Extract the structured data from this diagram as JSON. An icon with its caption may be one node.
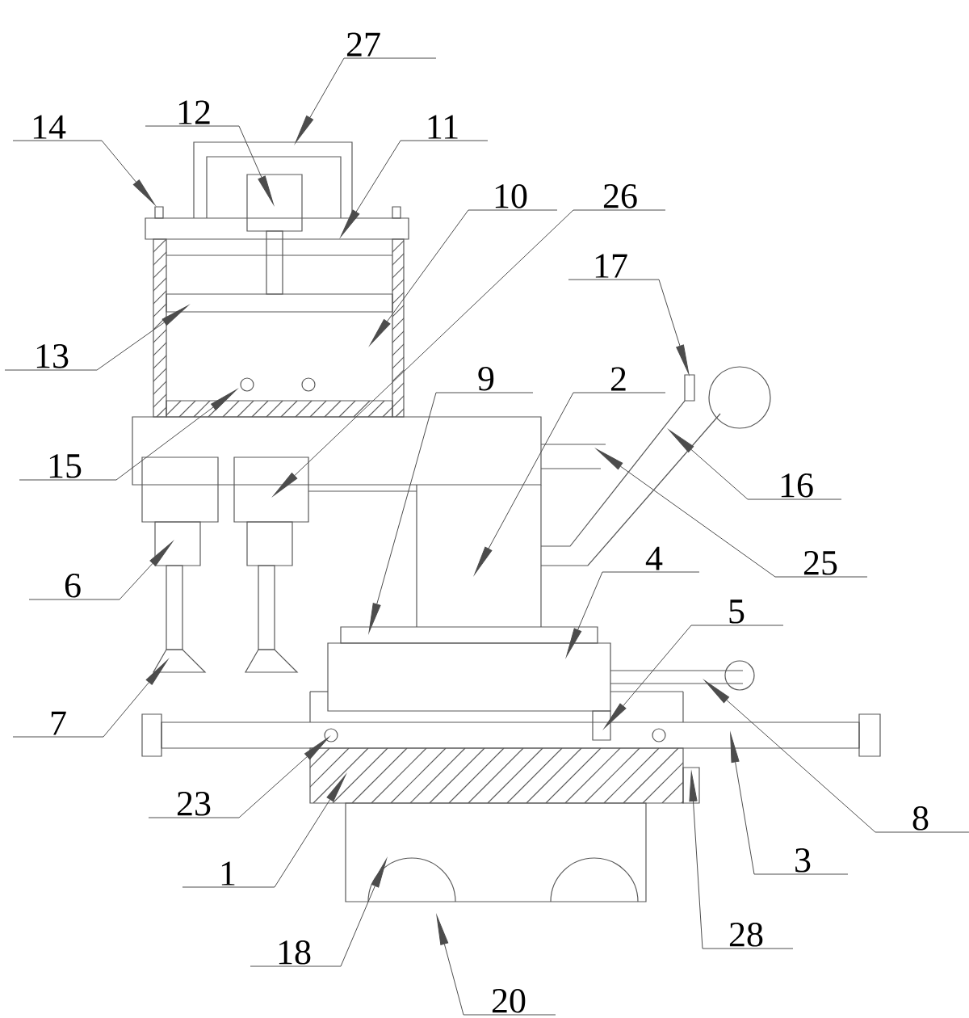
{
  "diagram": {
    "nodes": [
      {
        "text": [
          "27"
        ]
      },
      {
        "text": [
          "12"
        ]
      },
      {
        "text": [
          "14"
        ]
      },
      {
        "text": [
          "11"
        ]
      },
      {
        "text": [
          "10"
        ]
      },
      {
        "text": [
          "26"
        ]
      },
      {
        "text": [
          "17"
        ]
      },
      {
        "text": [
          "13"
        ]
      },
      {
        "text": [
          "9"
        ]
      },
      {
        "text": [
          "2"
        ]
      },
      {
        "text": [
          "15"
        ]
      },
      {
        "text": [
          "16"
        ]
      },
      {
        "text": [
          "6"
        ]
      },
      {
        "text": [
          "25"
        ]
      },
      {
        "text": [
          "4"
        ]
      },
      {
        "text": [
          "5"
        ]
      },
      {
        "text": [
          "7"
        ]
      },
      {
        "text": [
          "23"
        ]
      },
      {
        "text": [
          "8"
        ]
      },
      {
        "text": [
          "3"
        ]
      },
      {
        "text": [
          "1"
        ]
      },
      {
        "text": [
          "28"
        ]
      },
      {
        "text": [
          "18"
        ]
      },
      {
        "text": [
          "20"
        ]
      }
    ],
    "edges": [
      {
        "from": 0,
        "to": null,
        "arrow": "to"
      },
      {
        "from": 1,
        "to": null,
        "arrow": "to"
      },
      {
        "from": 2,
        "to": null,
        "arrow": "to"
      },
      {
        "from": 3,
        "to": null,
        "arrow": "to"
      },
      {
        "from": 4,
        "to": null,
        "arrow": "to"
      },
      {
        "from": 5,
        "to": null,
        "arrow": "to"
      },
      {
        "from": 6,
        "to": null,
        "arrow": "to"
      },
      {
        "from": 7,
        "to": null,
        "arrow": "to"
      },
      {
        "from": 8,
        "to": null,
        "arrow": "to"
      },
      {
        "from": 9,
        "to": null,
        "arrow": "to"
      },
      {
        "from": 10,
        "to": null,
        "arrow": "to"
      },
      {
        "from": 11,
        "to": null,
        "arrow": "to"
      },
      {
        "from": 12,
        "to": null,
        "arrow": "to"
      },
      {
        "from": 13,
        "to": null,
        "arrow": "to"
      },
      {
        "from": 14,
        "to": null,
        "arrow": "to"
      },
      {
        "from": 15,
        "to": null,
        "arrow": "to"
      },
      {
        "from": 16,
        "to": null,
        "arrow": "to"
      },
      {
        "from": 17,
        "to": null,
        "arrow": "to"
      },
      {
        "from": 18,
        "to": null,
        "arrow": "to"
      },
      {
        "from": 19,
        "to": null,
        "arrow": "to"
      },
      {
        "from": 20,
        "to": null,
        "arrow": "to"
      },
      {
        "from": 21,
        "to": null,
        "arrow": "to"
      },
      {
        "from": 22,
        "to": null,
        "arrow": "to"
      },
      {
        "from": 23,
        "to": null,
        "arrow": "to"
      }
    ]
  }
}
